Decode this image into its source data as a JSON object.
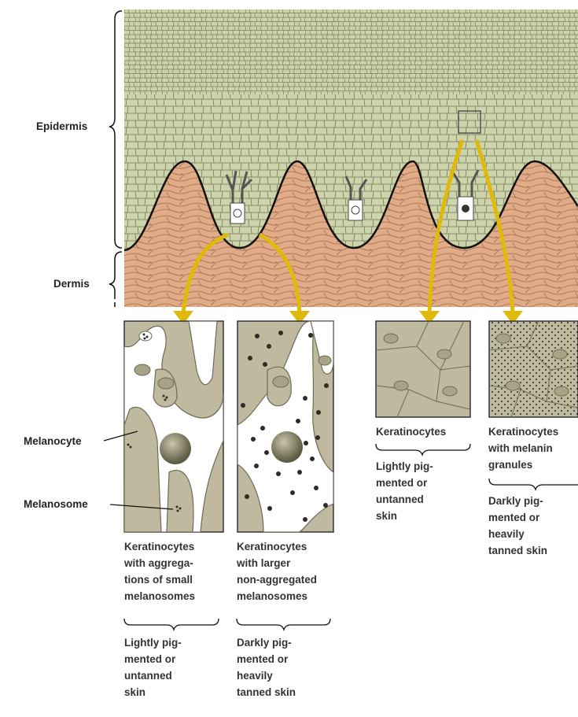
{
  "labels": {
    "epidermis": "Epidermis",
    "dermis": "Dermis",
    "melanocyte": "Melanocyte",
    "melanosome": "Melanosome"
  },
  "panels": [
    {
      "id": "panel-1",
      "description_lines": [
        "Keratinocytes",
        "with aggrega-",
        "tions of small",
        "melanosomes"
      ],
      "skin_lines": [
        "Lightly pig-",
        "mented or",
        "untanned",
        "skin"
      ]
    },
    {
      "id": "panel-2",
      "description_lines": [
        "Keratinocytes",
        "with larger",
        "non-aggregated",
        "melanosomes"
      ],
      "skin_lines": [
        "Darkly pig-",
        "mented or",
        "heavily",
        "tanned skin"
      ]
    },
    {
      "id": "panel-3",
      "description_lines": [
        "Keratinocytes"
      ],
      "skin_lines": [
        "Lightly pig-",
        "mented or",
        "untanned",
        "skin"
      ]
    },
    {
      "id": "panel-4",
      "description_lines": [
        "Keratinocytes",
        "with melanin",
        "granules"
      ],
      "skin_lines": [
        "Darkly pig-",
        "mented or",
        "heavily",
        "tanned skin"
      ]
    }
  ],
  "colors": {
    "epidermis": "#cdd3aa",
    "epidermis_line": "#6d7050",
    "dermis": "#e0ab86",
    "dermis_line": "#9a6a4e",
    "arrow": "#e0b90a",
    "cell_fill": "#bfb9a0",
    "cell_line": "#6e6a55",
    "melanocyte": "#ffffff",
    "granule": "#2e2c26"
  }
}
